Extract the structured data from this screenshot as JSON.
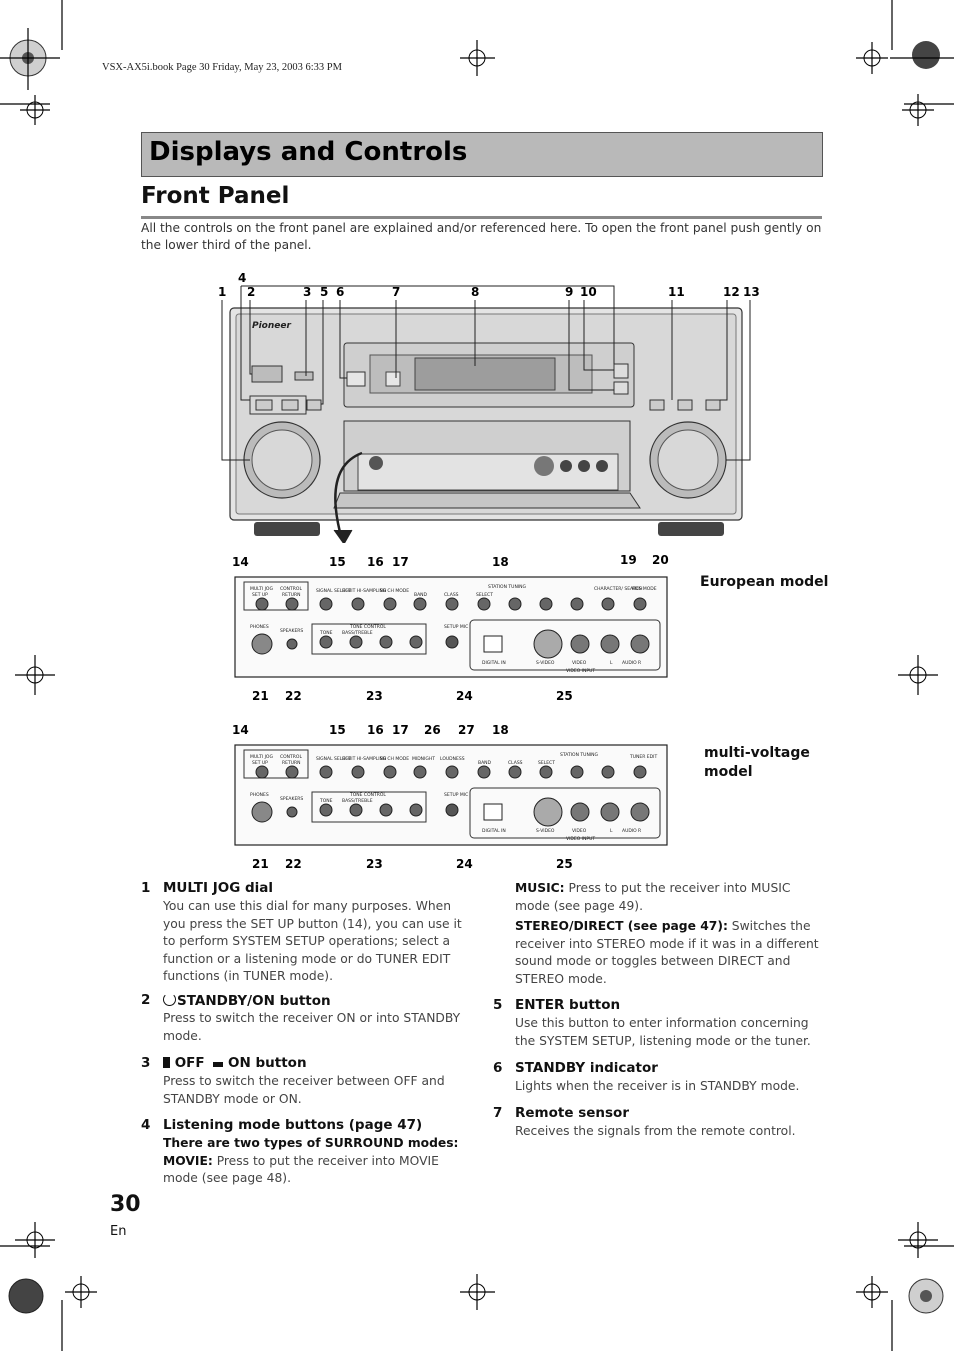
{
  "header": {
    "book_line": "VSX-AX5i.book  Page 30  Friday, May 23, 2003  6:33 PM"
  },
  "page": {
    "title": "Displays and Controls",
    "section": "Front Panel",
    "intro": "All the controls on the front panel are explained and/or referenced here. To open the front panel push gently on the lower third of the panel.",
    "number": "30",
    "lang": "En"
  },
  "figure": {
    "brand": "Pioneer",
    "top_callouts": [
      "1",
      "4",
      "2",
      "3",
      "5",
      "6",
      "7",
      "8",
      "9",
      "10",
      "11",
      "12",
      "13"
    ],
    "european_label": "European model",
    "multi_label_1": "multi-voltage",
    "multi_label_2": "model",
    "eu_callouts_top": [
      "14",
      "15",
      "16",
      "17",
      "18",
      "19",
      "20"
    ],
    "eu_callouts_bottom": [
      "21",
      "22",
      "23",
      "24",
      "25"
    ],
    "mv_callouts_top": [
      "14",
      "15",
      "16",
      "17",
      "26",
      "27",
      "18"
    ],
    "mv_callouts_bottom": [
      "21",
      "22",
      "23",
      "24",
      "25"
    ],
    "panel_text": {
      "multi_jog": "MULTI JOG",
      "control": "CONTROL",
      "set_up": "SET UP",
      "return": "RETURN",
      "signal_select": "SIGNAL SELECT",
      "hi_bit": "HI-BIT HI-SAMPLING",
      "ch_mode": "SB CH MODE",
      "midnight": "MIDNIGHT",
      "loudness": "LOUDNESS",
      "station_tuning": "STATION TUNING",
      "band": "BAND",
      "class": "CLASS",
      "select": "SELECT",
      "minus": "–",
      "plus": "+",
      "tuner_edit": "TUNER EDIT",
      "character_search": "CHARACTER/ SEARCH",
      "rds_mode": "RDS MODE",
      "phones": "PHONES",
      "speakers": "SPEAKERS",
      "tone_control": "TONE CONTROL",
      "tone": "TONE",
      "bass_treble": "BASS/TREBLE",
      "setup_mic": "SETUP MIC",
      "digital_in": "DIGITAL IN",
      "s_video": "S-VIDEO",
      "video": "VIDEO",
      "l": "L",
      "audio": "AUDIO",
      "r": "R",
      "video_input": "VIDEO INPUT"
    }
  },
  "left_items": [
    {
      "num": "1",
      "title": "MULTI JOG dial",
      "body": "You can use this dial for many purposes. When you press the SET UP button (14), you can use it to perform SYSTEM SETUP operations; select a function or a listening mode or do TUNER EDIT functions (in TUNER mode)."
    },
    {
      "num": "2",
      "title": "STANDBY/ON button",
      "body": "Press to switch the receiver ON or into STANDBY mode."
    },
    {
      "num": "3",
      "title": "OFF  ON button",
      "title_off": "OFF",
      "title_on": "ON button",
      "body": "Press to switch the receiver between OFF and STANDBY mode or ON."
    },
    {
      "num": "4",
      "title": "Listening mode buttons (page 47)",
      "subhead": "There are two types of SURROUND modes:",
      "movie_label": "MOVIE:",
      "movie_text": " Press to put the receiver into MOVIE mode (see page 48)."
    }
  ],
  "right_items": {
    "music_label": "MUSIC:",
    "music_text": " Press to put the receiver into MUSIC mode (see page 49).",
    "stereo_label": "STEREO/DIRECT (see page 47):",
    "stereo_text": " Switches the receiver into STEREO mode if it was in a different sound mode or toggles between DIRECT and STEREO mode.",
    "items": [
      {
        "num": "5",
        "title": "ENTER button",
        "body": "Use this button to enter information concerning the SYSTEM SETUP, listening mode or the tuner."
      },
      {
        "num": "6",
        "title": "STANDBY indicator",
        "body": "Lights when the receiver is in STANDBY mode."
      },
      {
        "num": "7",
        "title": "Remote sensor",
        "body": "Receives the signals from the remote control."
      }
    ]
  }
}
